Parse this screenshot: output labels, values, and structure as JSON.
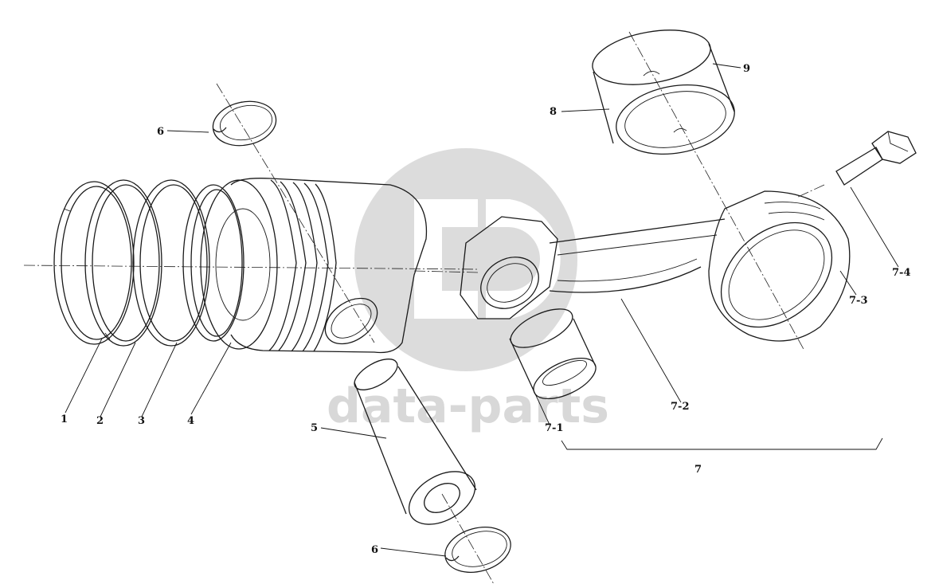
{
  "watermark": {
    "text": "data-parts",
    "color": "#d8d8d8"
  },
  "callouts": {
    "c1": "1",
    "c2": "2",
    "c3": "3",
    "c4": "4",
    "c5": "5",
    "c6_top": "6",
    "c6_bottom": "6",
    "c7": "7",
    "c7_1": "7-1",
    "c7_2": "7-2",
    "c7_3": "7-3",
    "c7_4": "7-4",
    "c8": "8",
    "c9": "9"
  }
}
